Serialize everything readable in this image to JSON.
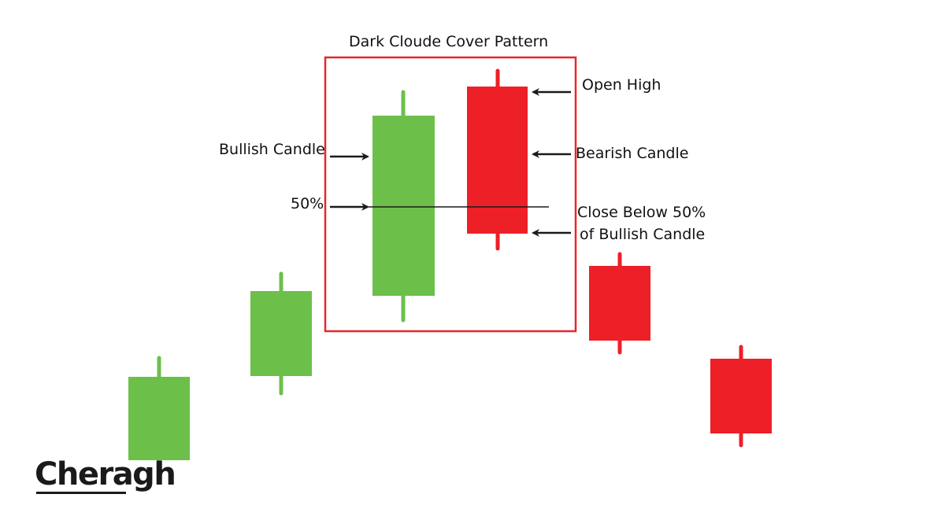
{
  "title": "Dark Cloude Cover Pattern",
  "labels": {
    "open_high": "Open High",
    "bullish_candle": "Bullish Candle",
    "bearish_candle": "Bearish Candle",
    "fifty_percent": "50%",
    "close_below_line1": "Close Below 50%",
    "close_below_line2": "of Bullish Candle"
  },
  "logo": "Cheragh",
  "colors": {
    "bullish": "#6cc04a",
    "bearish": "#ed2027",
    "highlight_box": "#e8262b",
    "arrow": "#1a1a1a"
  },
  "candles": [
    {
      "type": "bullish"
    },
    {
      "type": "bullish"
    },
    {
      "type": "bullish",
      "highlighted": true
    },
    {
      "type": "bearish",
      "highlighted": true
    },
    {
      "type": "bearish"
    },
    {
      "type": "bearish"
    }
  ]
}
